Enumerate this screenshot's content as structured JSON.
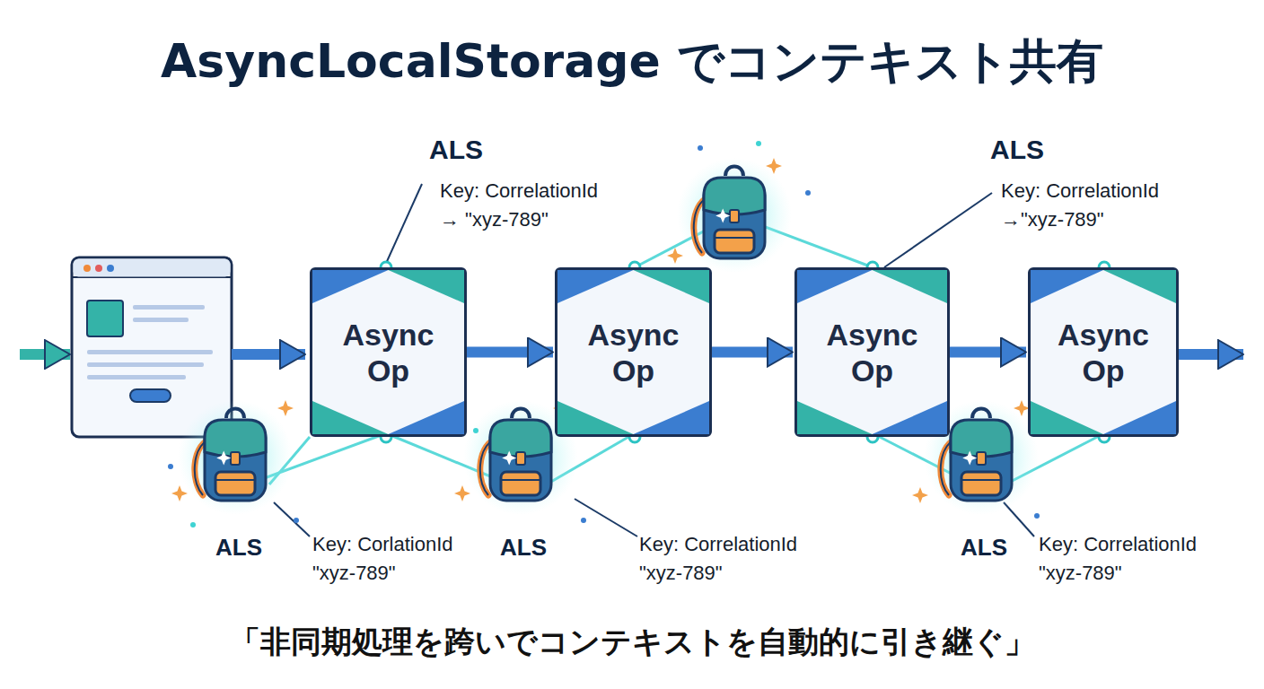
{
  "diagram": {
    "title": "AsyncLocalStorage でコンテキスト共有",
    "caption": "「非同期処理を跨いでコンテキストを自動的に引き継ぐ」",
    "nodes": [
      {
        "text": [
          "Async Op"
        ]
      },
      {
        "text": [
          "Async Op"
        ]
      },
      {
        "text": [
          "Async Op"
        ]
      },
      {
        "text": [
          "Async Op"
        ]
      }
    ],
    "edges": [
      {
        "from": 0,
        "to": 1,
        "arrow": "to"
      },
      {
        "from": 1,
        "to": 2,
        "arrow": "to"
      },
      {
        "from": 2,
        "to": 3,
        "arrow": "to"
      }
    ],
    "labels": [
      "ALS",
      "Key: CorrelationId → \"xyz-789\"",
      "ALS",
      "Key: CorlationId \"xyz-789\"",
      "ALS",
      "Key: CorrelationId \"xyz-789\"",
      "ALS",
      "Key: CorrelationId →\"xyz-789\"",
      "ALS",
      "Key: CorrelationId \"xyz-789\""
    ]
  }
}
